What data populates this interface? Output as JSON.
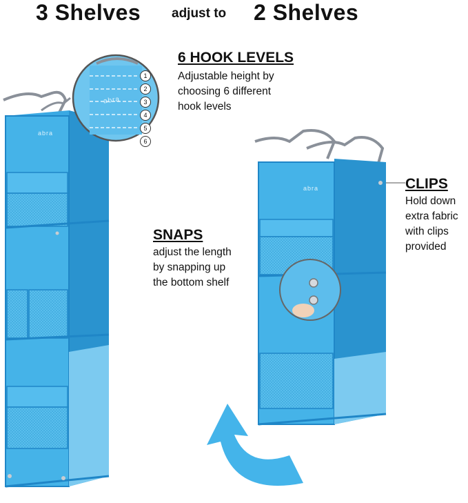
{
  "header": {
    "left": "3 Shelves",
    "middle": "adjust to",
    "right": "2 Shelves"
  },
  "features": {
    "hook_levels": {
      "title": "6 HOOK LEVELS",
      "lines": [
        "Adjustable height by",
        "choosing 6 different",
        "hook levels"
      ]
    },
    "snaps": {
      "title": "SNAPS",
      "lines": [
        "adjust the length",
        "by snapping up",
        "the bottom shelf"
      ]
    },
    "clips": {
      "title": "CLIPS",
      "lines": [
        "Hold down",
        "extra fabric",
        "with clips",
        "provided"
      ]
    }
  },
  "hook_level_numbers": [
    "1",
    "2",
    "3",
    "4",
    "5",
    "6"
  ],
  "brand_mark": "abra",
  "colors": {
    "fabric": "#45b3e8",
    "fabric_dark": "#2a93cf",
    "fabric_light": "#7ccaf0",
    "trim": "#1f86c7",
    "arrow": "#44b4ea",
    "hanger": "#8a9099"
  }
}
